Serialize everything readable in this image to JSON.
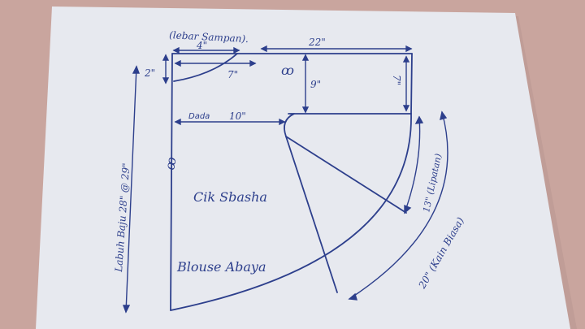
{
  "colors": {
    "background": "#c9a59e",
    "paper": "#e7e9ef",
    "ink": "#2d3f8c"
  },
  "pattern": {
    "labels": {
      "lebar_sampan": "(lebar Sampan).",
      "four_inch": "4\"",
      "twentytwo_inch": "22\"",
      "two_inch": "2\"",
      "seven_inch_small": "7\"",
      "nine_inch": "9\"",
      "seven_inch_right": "7\"",
      "dada": "Dada",
      "ten_inch": "10\"",
      "labuh": "Labuh Baju 28\" @ 29\"",
      "thirteen": "13\" (Lipatan)",
      "twenty": "20\" (Kain Biasa)",
      "flower_top": "ꝏ",
      "flower_left": "ꝏ",
      "author": "Cik Sbasha",
      "title": "Blouse Abaya"
    }
  }
}
